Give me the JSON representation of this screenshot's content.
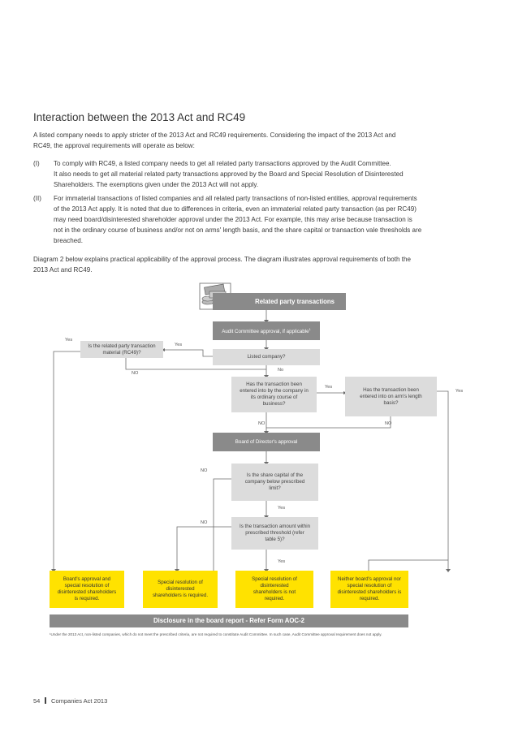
{
  "heading": "Interaction between the 2013 Act and RC49",
  "intro": [
    "A listed company needs to apply stricter of the 2013 Act and RC49 requirements. Considering the impact of the 2013 Act and",
    "RC49, the approval requirements will operate as below:"
  ],
  "points": [
    {
      "marker": "(I)",
      "lines": [
        "To comply with RC49, a listed company needs to get all related party transactions approved by the Audit Committee.",
        "It also needs to get all material related party transactions approved by the Board and Special Resolution of Disinterested",
        "Shareholders. The exemptions given under the 2013 Act will not apply."
      ]
    },
    {
      "marker": "(II)",
      "lines": [
        "For immaterial transactions of listed companies and all related party transactions of non-listed entities, approval requirements",
        "of the 2013 Act apply. It is noted that due to differences in criteria, even an immaterial related party transaction (as per RC49)",
        "may need board/disinterested shareholder approval under the 2013 Act. For example, this may arise because transaction is",
        "not in the ordinary course of business and/or not on arms' length basis, and the share capital or transaction vale thresholds are",
        "breached."
      ]
    }
  ],
  "outro": [
    "Diagram 2 below explains practical applicability of the approval process. The diagram illustrates approval requirements of both the",
    "2013 Act and RC49."
  ],
  "diagram": {
    "header": "Related party transactions",
    "audit": "Audit Committee approval, if applicable",
    "audit_sup": "1",
    "material_q": "Is the related party transaction material (RC49)?",
    "listed_q": "Listed company?",
    "ordinary_q": "Has the transaction been entered into by the company in its ordinary course of business?",
    "arms_q": "Has the transaction been entered into on arm's length basis?",
    "board": "Board of Director's approval",
    "capital_q": "Is the share capital of the company below prescribed limit?",
    "amount_q": "Is the transaction amount within prescribed threshold (refer table 5)?",
    "out1": "Board's approval and special resolution of disinterested shareholders is required.",
    "out2": "Special resolution of disinterested shareholders is required.",
    "out3": "Special resolution of disinterested shareholders is not required.",
    "out4": "Neither board's approval nor special resolution of disinterested shareholders is required.",
    "disclosure": "Disclosure in the board report - Refer Form AOC-2",
    "labels": {
      "yes": "Yes",
      "no": "No",
      "no_caps": "NO"
    }
  },
  "footnote": "¹Under the 2013 Act, non-listed companies, which do not meet the prescribed criteria, are not required to constitute Audit Committee. In such case, Audit Committee approval requirement does not apply.",
  "page_number": "54",
  "page_title": "Companies Act 2013",
  "colors": {
    "grey_box": "#dcdcdc",
    "dark_box": "#8a8a8a",
    "yellow": "#ffe200"
  }
}
